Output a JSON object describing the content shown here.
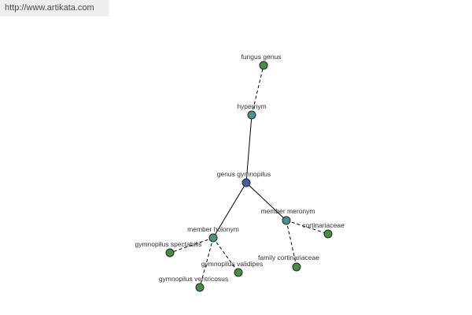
{
  "banner": {
    "url": "http://www.artikata.com"
  },
  "colors": {
    "root": "#4a5ca0",
    "relation": "#4f8f8f",
    "leaf": "#4b8a45"
  },
  "graph": {
    "nodes": [
      {
        "id": "fungus-genus",
        "label": "fungus genus",
        "kind": "leaf"
      },
      {
        "id": "hypernym",
        "label": "hypernym",
        "kind": "relation"
      },
      {
        "id": "genus-gymnopilus",
        "label": "genus gymnopilus",
        "kind": "root"
      },
      {
        "id": "member-holonym",
        "label": "member holonym",
        "kind": "relation"
      },
      {
        "id": "member-meronym",
        "label": "member meronym",
        "kind": "relation"
      },
      {
        "id": "cortinariaceae",
        "label": "cortinariaceae",
        "kind": "leaf"
      },
      {
        "id": "family-cortinariaceae",
        "label": "family cortinariaceae",
        "kind": "leaf"
      },
      {
        "id": "gymnopilus-spectabilis",
        "label": "gymnopilus spectabilis",
        "kind": "leaf"
      },
      {
        "id": "gymnopilus-validipes",
        "label": "gymnopilus validipes",
        "kind": "leaf"
      },
      {
        "id": "gymnopilus-ventricosus",
        "label": "gymnopilus ventricosus",
        "kind": "leaf"
      }
    ],
    "edges": [
      {
        "from": "hypernym",
        "to": "fungus-genus",
        "style": "dashed"
      },
      {
        "from": "genus-gymnopilus",
        "to": "hypernym",
        "style": "solid"
      },
      {
        "from": "genus-gymnopilus",
        "to": "member-holonym",
        "style": "solid"
      },
      {
        "from": "genus-gymnopilus",
        "to": "member-meronym",
        "style": "solid"
      },
      {
        "from": "member-meronym",
        "to": "cortinariaceae",
        "style": "dashed"
      },
      {
        "from": "member-meronym",
        "to": "family-cortinariaceae",
        "style": "dashed"
      },
      {
        "from": "member-holonym",
        "to": "gymnopilus-spectabilis",
        "style": "dashed"
      },
      {
        "from": "member-holonym",
        "to": "gymnopilus-validipes",
        "style": "dashed"
      },
      {
        "from": "member-holonym",
        "to": "gymnopilus-ventricosus",
        "style": "dashed"
      }
    ]
  }
}
